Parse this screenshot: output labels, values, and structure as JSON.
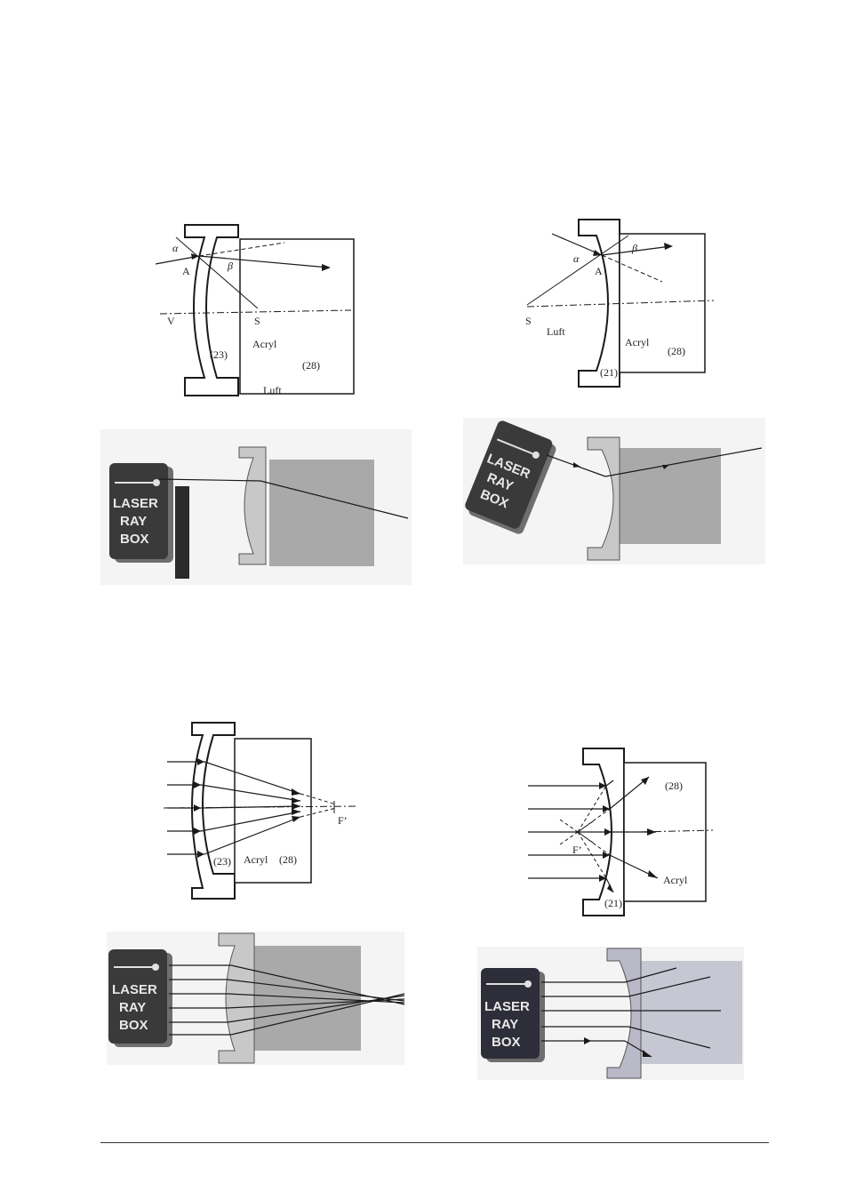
{
  "diagrams": {
    "top_left": {
      "alpha": "α",
      "beta": "β",
      "point_a": "A",
      "point_v": "V",
      "point_s": "S",
      "material": "Acryl",
      "outer_medium": "Luft",
      "lens_num": "(23)",
      "block_num": "(28)"
    },
    "top_right": {
      "alpha": "α",
      "beta": "β",
      "point_a": "A",
      "point_s": "S",
      "outer_medium": "Luft",
      "material": "Acryl",
      "lens_num": "(21)",
      "block_num": "(28)"
    },
    "bottom_left": {
      "focal": "F’",
      "lens_num": "(23)",
      "material": "Acryl",
      "block_num": "(28)"
    },
    "bottom_right": {
      "focal": "F’",
      "block_num": "(28)",
      "material": "Acryl",
      "lens_num": "(21)"
    }
  },
  "laser_box": {
    "line1": "LASER",
    "line2": "RAY",
    "line3": "BOX"
  },
  "colors": {
    "line": "#1a1a1a",
    "box_dark": "#3a3a3a",
    "lens_fill": "#c8c8c8",
    "block_fill": "#a9a9a9"
  }
}
